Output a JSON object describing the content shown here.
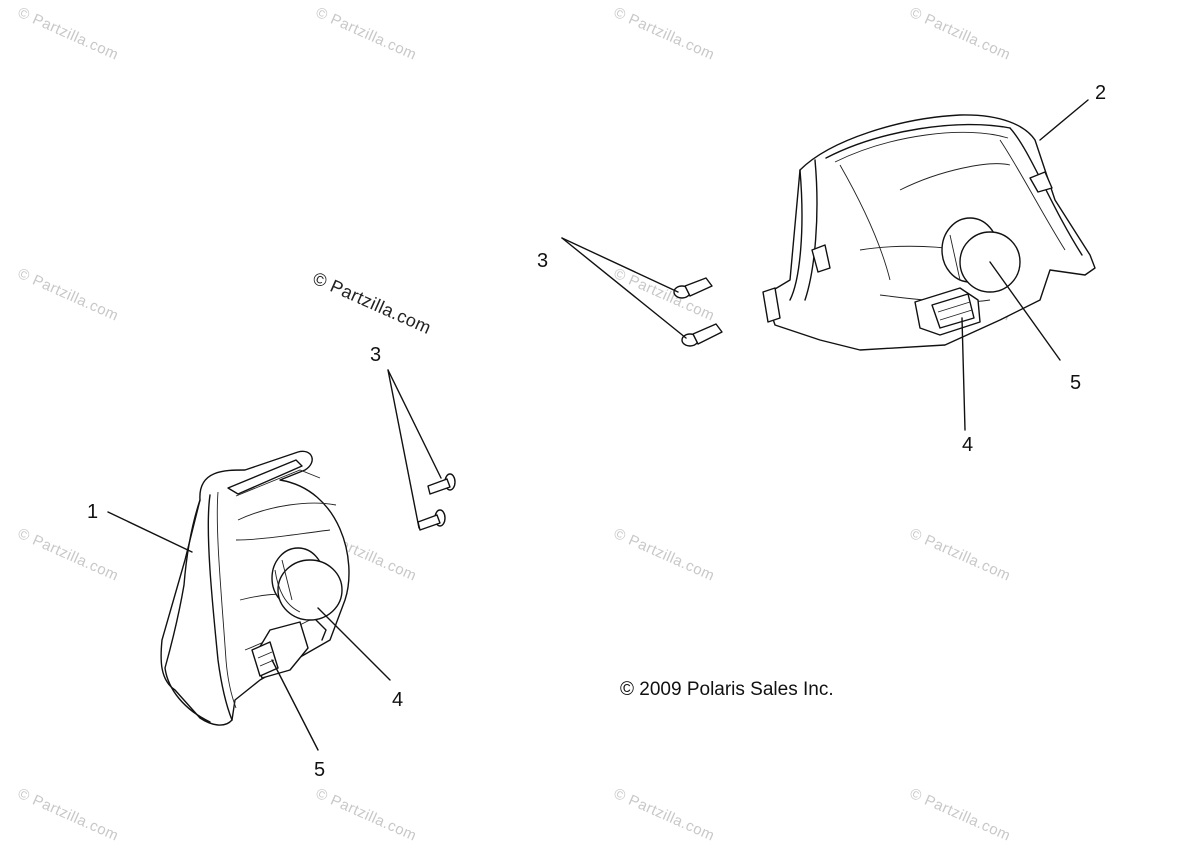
{
  "watermark_text": "© Partzilla.com",
  "center_watermark": "© Partzilla.com",
  "copyright": "© 2009 Polaris Sales Inc.",
  "callouts": {
    "c1": "1",
    "c2": "2",
    "c3_left": "3",
    "c3_right": "3",
    "c4_left": "4",
    "c4_right": "4",
    "c5_left": "5",
    "c5_right": "5"
  }
}
